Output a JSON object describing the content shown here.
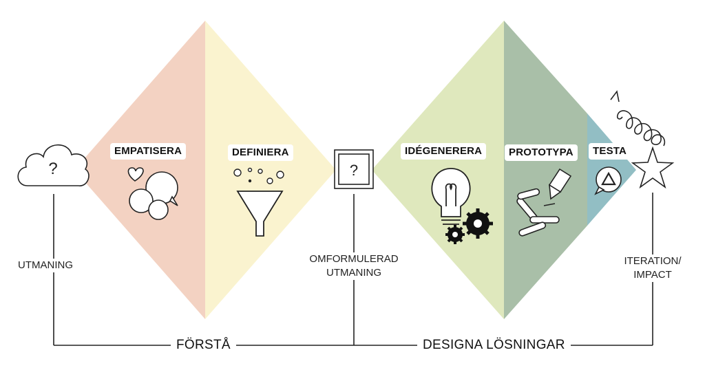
{
  "phases": [
    {
      "label": "EMPATISERA",
      "color": "#f3d2c2"
    },
    {
      "label": "DEFINIERA",
      "color": "#faf3cf"
    },
    {
      "label": "IDÉGENERERA",
      "color": "#dfe8bd"
    },
    {
      "label": "PROTOTYPA",
      "color": "#a9bfa8"
    },
    {
      "label": "TESTA",
      "color": "#92bec4"
    }
  ],
  "inputs": {
    "challenge": "UTMANING",
    "reframed_challenge_line1": "OMFORMULERAD",
    "reframed_challenge_line2": "UTMANING",
    "iteration_line1": "ITERATION/",
    "iteration_line2": "IMPACT"
  },
  "stages": {
    "understand": "FÖRSTÅ",
    "design_solutions": "DESIGNA LÖSNINGAR"
  },
  "icons": [
    "cloud-question-icon",
    "heart-icon",
    "speech-bubbles-icon",
    "bubbles-icon",
    "funnel-icon",
    "framed-question-icon",
    "lightbulb-icon",
    "gears-icon",
    "linkage-icon",
    "pencil-icon",
    "chat-triangle-icon",
    "spiral-arrow-icon",
    "star-icon"
  ]
}
